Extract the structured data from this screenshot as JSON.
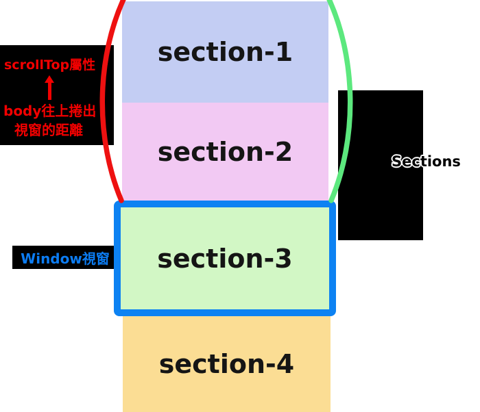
{
  "diagram": {
    "sections": [
      {
        "label": "section-1",
        "bg": "#c3cdf3"
      },
      {
        "label": "section-2",
        "bg": "#f2c9f3"
      },
      {
        "label": "section-3",
        "bg": "#d2f7c5"
      },
      {
        "label": "section-4",
        "bg": "#fbdd94"
      }
    ],
    "scrolltop_note": {
      "title": "scrollTop屬性",
      "desc_line1": "body往上捲出",
      "desc_line2": "視窗的距離",
      "text_color": "#f20000",
      "arrow_icon": "up-arrow"
    },
    "window_note": {
      "label": "Window視窗",
      "text_color": "#0c7cf2"
    },
    "content_note": {
      "label": "Sections",
      "text_color": "#000000",
      "outline_color": "#ffffff"
    },
    "viewport": {
      "border_color": "#0d82f2"
    },
    "curves": {
      "scrolled_out_left": "#ee1111",
      "scrolled_out_right": "#5ce87e"
    }
  }
}
